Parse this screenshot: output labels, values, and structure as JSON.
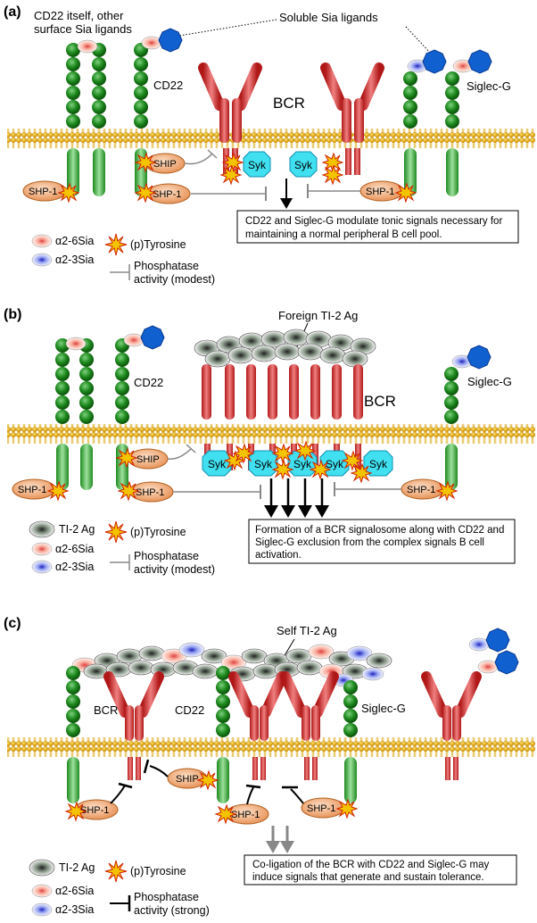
{
  "panel_a": {
    "label": "(a)",
    "cd22_itself_line1": "CD22 itself, other",
    "cd22_itself_line2": "surface Sia ligands",
    "soluble": "Soluble Sia ligands",
    "cd22": "CD22",
    "bcr": "BCR",
    "siglec": "Siglec-G",
    "ship": "SHIP",
    "shp1": "SHP-1",
    "syk": "Syk",
    "box_line1": "CD22 and Siglec-G modulate tonic signals necessary for",
    "box_line2": "maintaining a normal peripheral B cell pool.",
    "legend": {
      "a26": "α2-6Sia",
      "a23": "α2-3Sia",
      "ptyr": "(p)Tyrosine",
      "phos1": "Phosphatase",
      "phos2": "activity (modest)"
    }
  },
  "panel_b": {
    "label": "(b)",
    "foreign": "Foreign TI-2 Ag",
    "cd22": "CD22",
    "bcr": "BCR",
    "siglec": "Siglec-G",
    "ship": "SHIP",
    "shp1": "SHP-1",
    "syk": "Syk",
    "box_line1": "Formation of a BCR signalosome along with CD22 and",
    "box_line2": "Siglec-G exclusion from the complex signals B cell",
    "box_line3": "activation.",
    "legend": {
      "ti2": "TI-2 Ag",
      "a26": "α2-6Sia",
      "a23": "α2-3Sia",
      "ptyr": "(p)Tyrosine",
      "phos1": "Phosphatase",
      "phos2": "activity (modest)"
    }
  },
  "panel_c": {
    "label": "(c)",
    "self": "Self TI-2 Ag",
    "cd22": "CD22",
    "bcr": "BCR",
    "siglec": "Siglec-G",
    "ship": "SHIP",
    "shp1": "SHP-1",
    "box_line1": "Co-ligation of the BCR with CD22 and Siglec-G may",
    "box_line2": "induce signals that generate and sustain tolerance.",
    "legend": {
      "ti2": "TI-2 Ag",
      "a26": "α2-6Sia",
      "a23": "α2-3Sia",
      "ptyr": "(p)Tyrosine",
      "phos1": "Phosphatase",
      "phos2": "activity (strong)"
    }
  },
  "colors": {
    "membrane": "#f0b400",
    "cd22_green": "#1e8a1e",
    "receptor_red": "#e03030",
    "syk_cyan": "#40e0f0",
    "enzyme_orange": "#f0a060",
    "ligand_blue": "#1060d0"
  }
}
